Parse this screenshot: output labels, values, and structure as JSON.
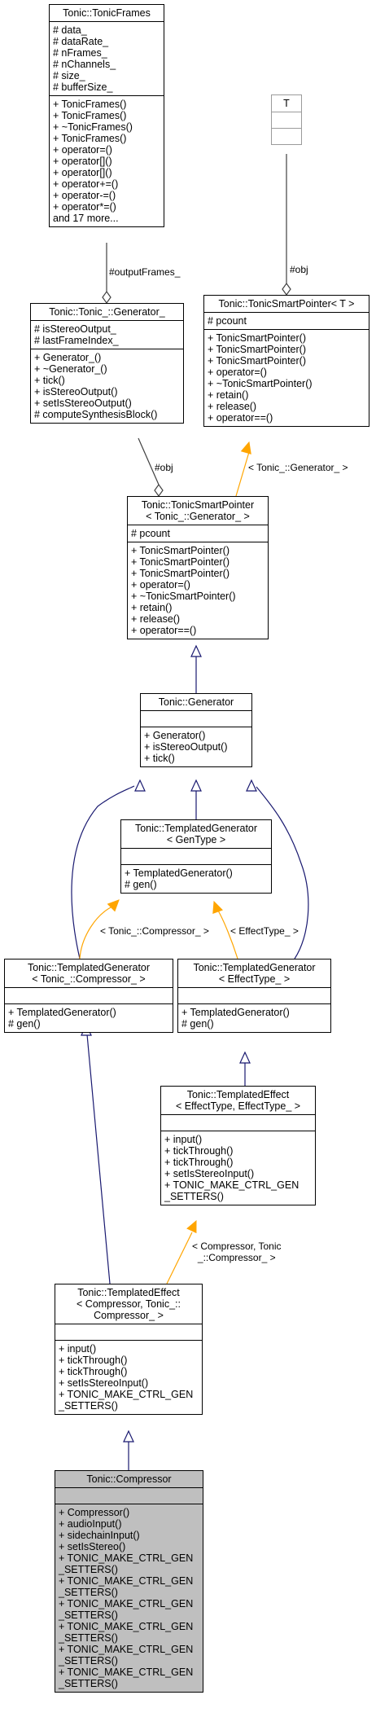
{
  "nodes": {
    "tonic_frames": {
      "title": [
        "Tonic::TonicFrames"
      ],
      "attributes": [
        "# data_",
        "# dataRate_",
        "# nFrames_",
        "# nChannels_",
        "# size_",
        "# bufferSize_"
      ],
      "methods": [
        "+ TonicFrames()",
        "+ TonicFrames()",
        "+ ~TonicFrames()",
        "+ TonicFrames()",
        "+ operator=()",
        "+ operator[]()",
        "+ operator[]()",
        "+ operator+=()",
        "+ operator-=()",
        "+ operator*=()",
        "and 17 more..."
      ]
    },
    "template_t": {
      "title": [
        "T"
      ],
      "attributes": [],
      "methods": []
    },
    "generator_": {
      "title": [
        "Tonic::Tonic_::Generator_"
      ],
      "attributes": [
        "# isStereoOutput_",
        "# lastFrameIndex_"
      ],
      "methods": [
        "+ Generator_()",
        "+ ~Generator_()",
        "+ tick()",
        "+ isStereoOutput()",
        "+ setIsStereoOutput()",
        "# computeSynthesisBlock()"
      ]
    },
    "smart_pointer_t": {
      "title": [
        "Tonic::TonicSmartPointer< T >"
      ],
      "attributes": [
        "# pcount"
      ],
      "methods": [
        "+ TonicSmartPointer()",
        "+ TonicSmartPointer()",
        "+ TonicSmartPointer()",
        "+ operator=()",
        "+ ~TonicSmartPointer()",
        "+ retain()",
        "+ release()",
        "+ operator==()"
      ]
    },
    "smart_pointer_gen": {
      "title": [
        "Tonic::TonicSmartPointer",
        "< Tonic_::Generator_ >"
      ],
      "attributes": [
        "# pcount"
      ],
      "methods": [
        "+ TonicSmartPointer()",
        "+ TonicSmartPointer()",
        "+ TonicSmartPointer()",
        "+ operator=()",
        "+ ~TonicSmartPointer()",
        "+ retain()",
        "+ release()",
        "+ operator==()"
      ]
    },
    "generator": {
      "title": [
        "Tonic::Generator"
      ],
      "attributes": [],
      "methods": [
        "+ Generator()",
        "+ isStereoOutput()",
        "+ tick()"
      ]
    },
    "templated_generator": {
      "title": [
        "Tonic::TemplatedGenerator",
        "< GenType >"
      ],
      "attributes": [],
      "methods": [
        "+ TemplatedGenerator()",
        "# gen()"
      ]
    },
    "templated_generator_comp": {
      "title": [
        "Tonic::TemplatedGenerator",
        "< Tonic_::Compressor_ >"
      ],
      "attributes": [],
      "methods": [
        "+ TemplatedGenerator()",
        "# gen()"
      ]
    },
    "templated_generator_eff": {
      "title": [
        "Tonic::TemplatedGenerator",
        "< EffectType_ >"
      ],
      "attributes": [],
      "methods": [
        "+ TemplatedGenerator()",
        "# gen()"
      ]
    },
    "templated_effect": {
      "title": [
        "Tonic::TemplatedEffect",
        "< EffectType, EffectType_ >"
      ],
      "attributes": [],
      "methods": [
        "+ input()",
        "+ tickThrough()",
        "+ tickThrough()",
        "+ setIsStereoInput()",
        "+ TONIC_MAKE_CTRL_GEN",
        "_SETTERS()"
      ]
    },
    "templated_effect_comp": {
      "title": [
        "Tonic::TemplatedEffect",
        "< Compressor, Tonic_::",
        "Compressor_ >"
      ],
      "attributes": [],
      "methods": [
        "+ input()",
        "+ tickThrough()",
        "+ tickThrough()",
        "+ setIsStereoInput()",
        "+ TONIC_MAKE_CTRL_GEN",
        "_SETTERS()"
      ]
    },
    "compressor": {
      "title": [
        "Tonic::Compressor"
      ],
      "attributes": [],
      "methods": [
        "+ Compressor()",
        "+ audioInput()",
        "+ sidechainInput()",
        "+ setIsStereo()",
        "+ TONIC_MAKE_CTRL_GEN",
        "_SETTERS()",
        "+ TONIC_MAKE_CTRL_GEN",
        "_SETTERS()",
        "+ TONIC_MAKE_CTRL_GEN",
        "_SETTERS()",
        "+ TONIC_MAKE_CTRL_GEN",
        "_SETTERS()",
        "+ TONIC_MAKE_CTRL_GEN",
        "_SETTERS()",
        "+ TONIC_MAKE_CTRL_GEN",
        "_SETTERS()"
      ]
    }
  },
  "edge_labels": {
    "output_frames": [
      "#outputFrames_"
    ],
    "obj_t": [
      "#obj"
    ],
    "obj_gen": [
      "#obj"
    ],
    "bind_generator": [
      "< Tonic_::Generator_ >"
    ],
    "bind_compressor": [
      "< Tonic_::Compressor_ >"
    ],
    "bind_effect_type": [
      "< EffectType_ >"
    ],
    "bind_compressor_effect": [
      "< Compressor, Tonic",
      "_::Compressor_ >"
    ]
  },
  "colors": {
    "inheritance_edge": "#191970",
    "template_edge": "#ffa500",
    "composition_edge": "#404040",
    "highlight_fill": "#bfbfbf",
    "template_border": "#9b9b9b"
  }
}
